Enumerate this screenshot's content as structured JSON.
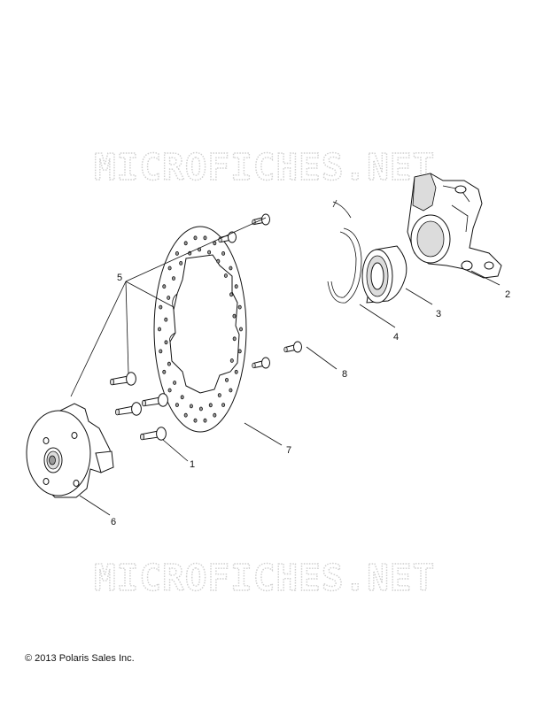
{
  "watermark_text": "MICROFICHES.NET",
  "copyright": "© 2013 Polaris Sales Inc.",
  "callouts": {
    "c1": "1",
    "c2": "2",
    "c3": "3",
    "c4": "4",
    "c5": "5",
    "c6": "6",
    "c7": "7",
    "c8": "8"
  }
}
